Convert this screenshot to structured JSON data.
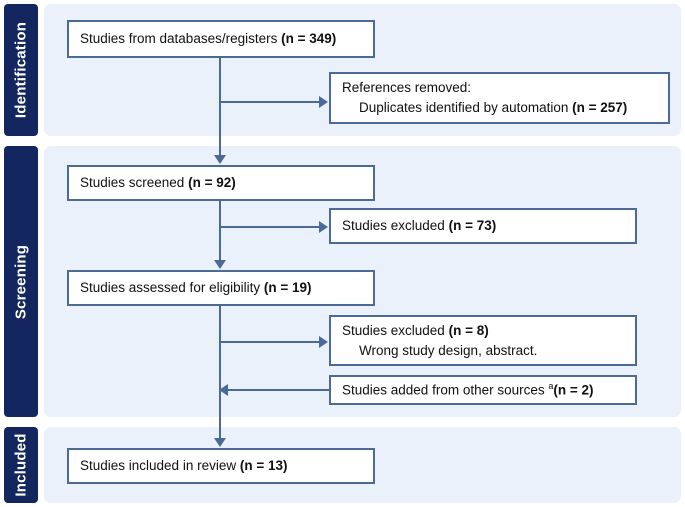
{
  "diagram": {
    "type": "prisma-flow-diagram",
    "colors": {
      "band": "#13265f",
      "panel": "#eaf1fb",
      "box_border": "#4c6a96",
      "connector": "#4c6a96",
      "box_fill": "#ffffff",
      "text": "#101010",
      "band_text": "#ffffff"
    },
    "stages": [
      {
        "id": "identification",
        "label": "Identification"
      },
      {
        "id": "screening",
        "label": "Screening"
      },
      {
        "id": "included",
        "label": "Included"
      }
    ],
    "boxes": {
      "databases": {
        "line1_text": "Studies from databases/registers ",
        "line1_bold": "(n = 349)"
      },
      "references_removed": {
        "line1_text": "References removed:",
        "line2_text": "Duplicates identified by automation ",
        "line2_bold": "(n = 257)"
      },
      "studies_screened": {
        "line1_text": "Studies screened ",
        "line1_bold": "(n = 92)"
      },
      "studies_excluded_screened": {
        "line1_text": "Studies excluded ",
        "line1_bold": "(n = 73)"
      },
      "studies_assessed": {
        "line1_text": "Studies assessed for eligibility ",
        "line1_bold": "(n = 19)"
      },
      "studies_excluded_eligibility": {
        "line1_text": "Studies excluded ",
        "line1_bold": "(n = 8)",
        "line2_text": "Wrong study design, abstract."
      },
      "studies_added": {
        "line1_text": "Studies added from other sources ",
        "line1_sup": "a",
        "line1_bold": "(n = 2)"
      },
      "studies_included": {
        "line1_text": "Studies included in review ",
        "line1_bold": "(n = 13)"
      }
    }
  },
  "chart_data": {
    "type": "diagram",
    "title": "PRISMA flow diagram",
    "nodes": [
      {
        "id": "databases",
        "stage": "Identification",
        "label": "Studies from databases/registers",
        "n": 349
      },
      {
        "id": "references_removed",
        "stage": "Identification",
        "label": "References removed: Duplicates identified by automation",
        "n": 257
      },
      {
        "id": "studies_screened",
        "stage": "Screening",
        "label": "Studies screened",
        "n": 92
      },
      {
        "id": "studies_excluded_screened",
        "stage": "Screening",
        "label": "Studies excluded",
        "n": 73
      },
      {
        "id": "studies_assessed",
        "stage": "Screening",
        "label": "Studies assessed for eligibility",
        "n": 19
      },
      {
        "id": "studies_excluded_eligibility",
        "stage": "Screening",
        "label": "Studies excluded - Wrong study design, abstract.",
        "n": 8
      },
      {
        "id": "studies_added",
        "stage": "Screening",
        "label": "Studies added from other sources a",
        "n": 2
      },
      {
        "id": "studies_included",
        "stage": "Included",
        "label": "Studies included in review",
        "n": 13
      }
    ],
    "edges": [
      {
        "from": "databases",
        "to": "references_removed",
        "direction": "right"
      },
      {
        "from": "databases",
        "to": "studies_screened",
        "direction": "down"
      },
      {
        "from": "studies_screened",
        "to": "studies_excluded_screened",
        "direction": "right"
      },
      {
        "from": "studies_screened",
        "to": "studies_assessed",
        "direction": "down"
      },
      {
        "from": "studies_assessed",
        "to": "studies_excluded_eligibility",
        "direction": "right"
      },
      {
        "from": "studies_added",
        "to": "studies_assessed",
        "direction": "left"
      },
      {
        "from": "studies_assessed",
        "to": "studies_included",
        "direction": "down"
      }
    ]
  }
}
